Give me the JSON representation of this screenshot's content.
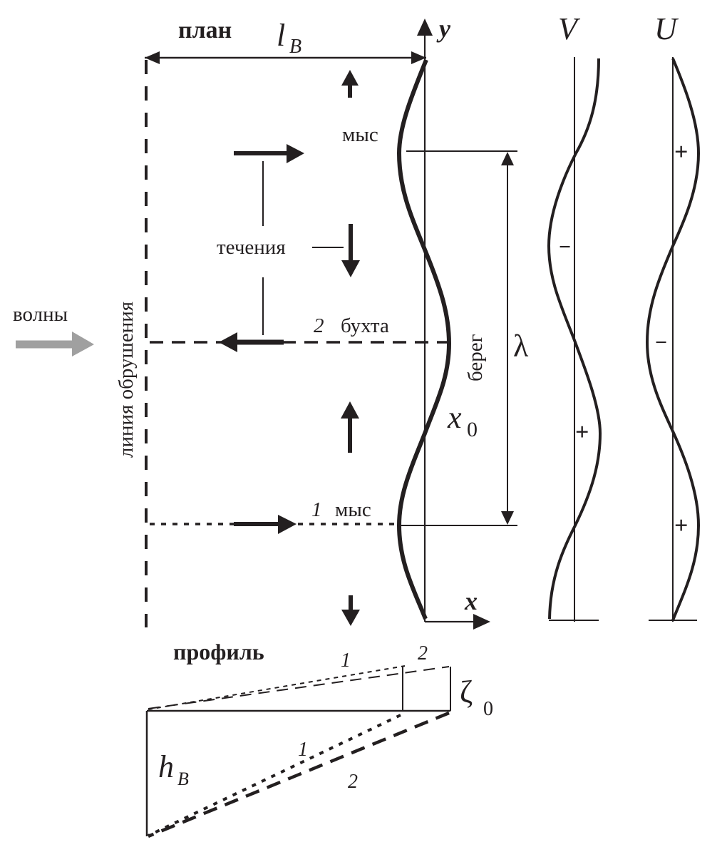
{
  "colors": {
    "ink": "#231f20",
    "wave_arrow": "#a0a0a0",
    "background": "#ffffff"
  },
  "plan": {
    "title": "план",
    "breaker_width_label": "l",
    "breaker_width_sub": "B",
    "y_axis_label": "y",
    "x_axis_label": "x",
    "cape_top_label": "мыс",
    "currents_label": "течения",
    "bay_number": "2",
    "bay_label": "бухта",
    "cape_bottom_number": "1",
    "cape_bottom_label": "мыс",
    "shore_label": "берег",
    "wavelength_label": "λ",
    "shore_offset_label": "x",
    "shore_offset_sub": "0",
    "waves_label": "волны",
    "breaker_line_label": "линия обрушения"
  },
  "profiles": {
    "v_label": "V",
    "u_label": "U",
    "v_signs": [
      "−",
      "+"
    ],
    "u_signs": [
      "+",
      "−",
      "+"
    ]
  },
  "profile_section": {
    "title": "профиль",
    "upper_line_labels": [
      "1",
      "2"
    ],
    "lower_line_labels": [
      "1",
      "2"
    ],
    "setup_label": "ζ",
    "setup_sub": "0",
    "depth_label": "h",
    "depth_sub": "B"
  }
}
